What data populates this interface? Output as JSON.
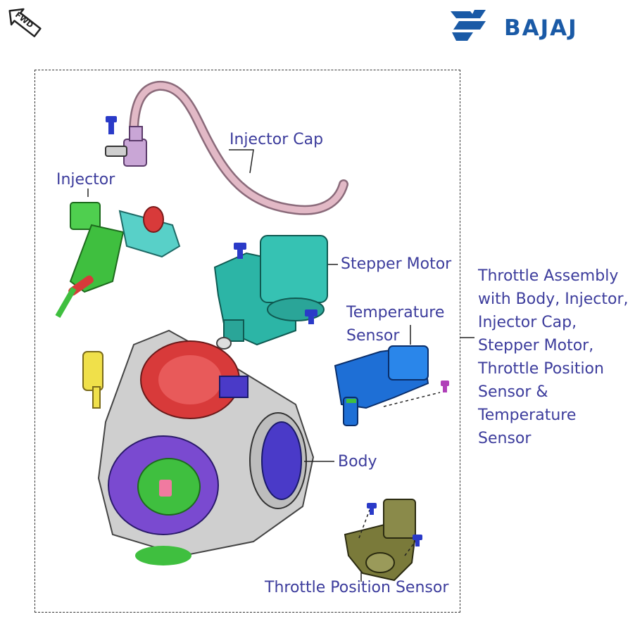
{
  "header": {
    "fwd_label": "FWD",
    "brand_name": "BAJAJ",
    "brand_color": "#1a5aa6"
  },
  "callouts": {
    "injector_cap": "Injector Cap",
    "injector": "Injector",
    "stepper_motor": "Stepper Motor",
    "temperature_sensor_line1": "Temperature",
    "temperature_sensor_line2": "Sensor",
    "body": "Body",
    "throttle_position_sensor": "Throttle Position Sensor"
  },
  "assembly_description": {
    "lines": [
      "Throttle Assembly",
      "with Body, Injector,",
      "Injector Cap,",
      "Stepper Motor,",
      "Throttle Position",
      "Sensor &",
      "Temperature",
      "Sensor"
    ]
  },
  "colors": {
    "label_text": "#3c3c9c",
    "cap_tube": "#d9a8b8",
    "injector": "#3fbf3f",
    "stepper_motor": "#2cb5a6",
    "temp_sensor": "#1e6fd6",
    "body_metal": "#c8c8c8",
    "body_purple": "#6a40b8",
    "body_red": "#d83a3a",
    "tps_olive": "#7a7a3a",
    "screw_blue": "#2a3ac8"
  }
}
